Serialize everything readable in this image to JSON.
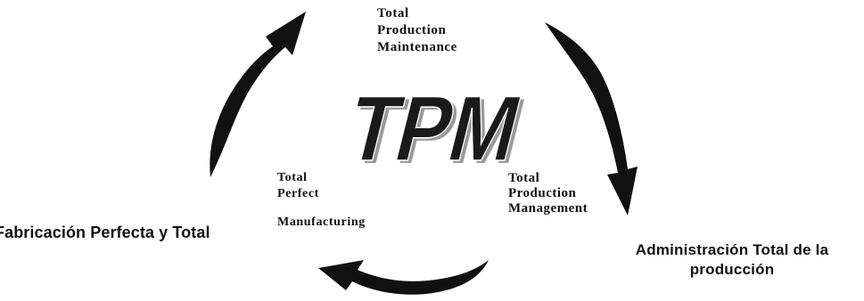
{
  "center_logo": {
    "text": "TPM"
  },
  "top_label": {
    "lines": [
      "Total",
      "Production",
      "Maintenance"
    ]
  },
  "left_label": {
    "lines": [
      "Total",
      "Perfect",
      "Manufacturing"
    ]
  },
  "right_label": {
    "lines": [
      "Total",
      "Production",
      "Management"
    ]
  },
  "spanish_left": {
    "text": "Fabricación Perfecta y Total"
  },
  "spanish_right": {
    "line1": "Administración Total de la",
    "line2": "producción"
  },
  "colors": {
    "arrow": "#111111",
    "logo_fill": "#1a1a1a",
    "logo_shadow": "#9a9a9a",
    "background": "#ffffff"
  }
}
